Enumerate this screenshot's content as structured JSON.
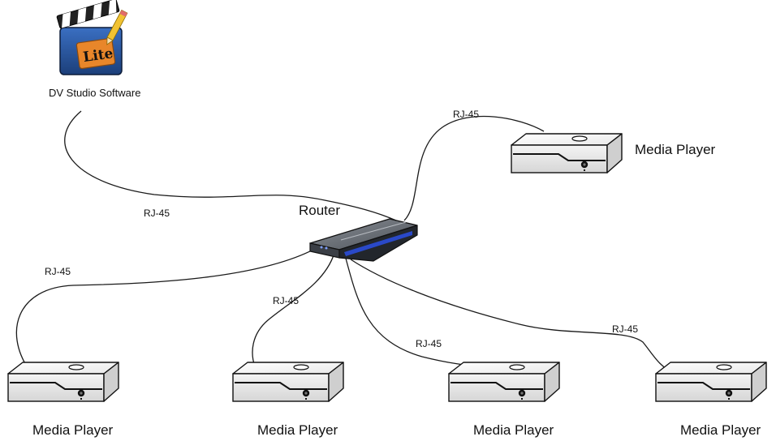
{
  "software": {
    "caption": "DV Studio Software",
    "logo_text": "Lite",
    "icon": "clapperboard-icon"
  },
  "router": {
    "label": "Router"
  },
  "cable_label": "RJ-45",
  "players": [
    {
      "label": "Media Player"
    },
    {
      "label": "Media Player"
    },
    {
      "label": "Media Player"
    },
    {
      "label": "Media Player"
    },
    {
      "label": "Media Player"
    }
  ],
  "colors": {
    "line": "#1a1a1a",
    "clapper_orange": "#e8862a",
    "router_led": "#2a49c8"
  }
}
